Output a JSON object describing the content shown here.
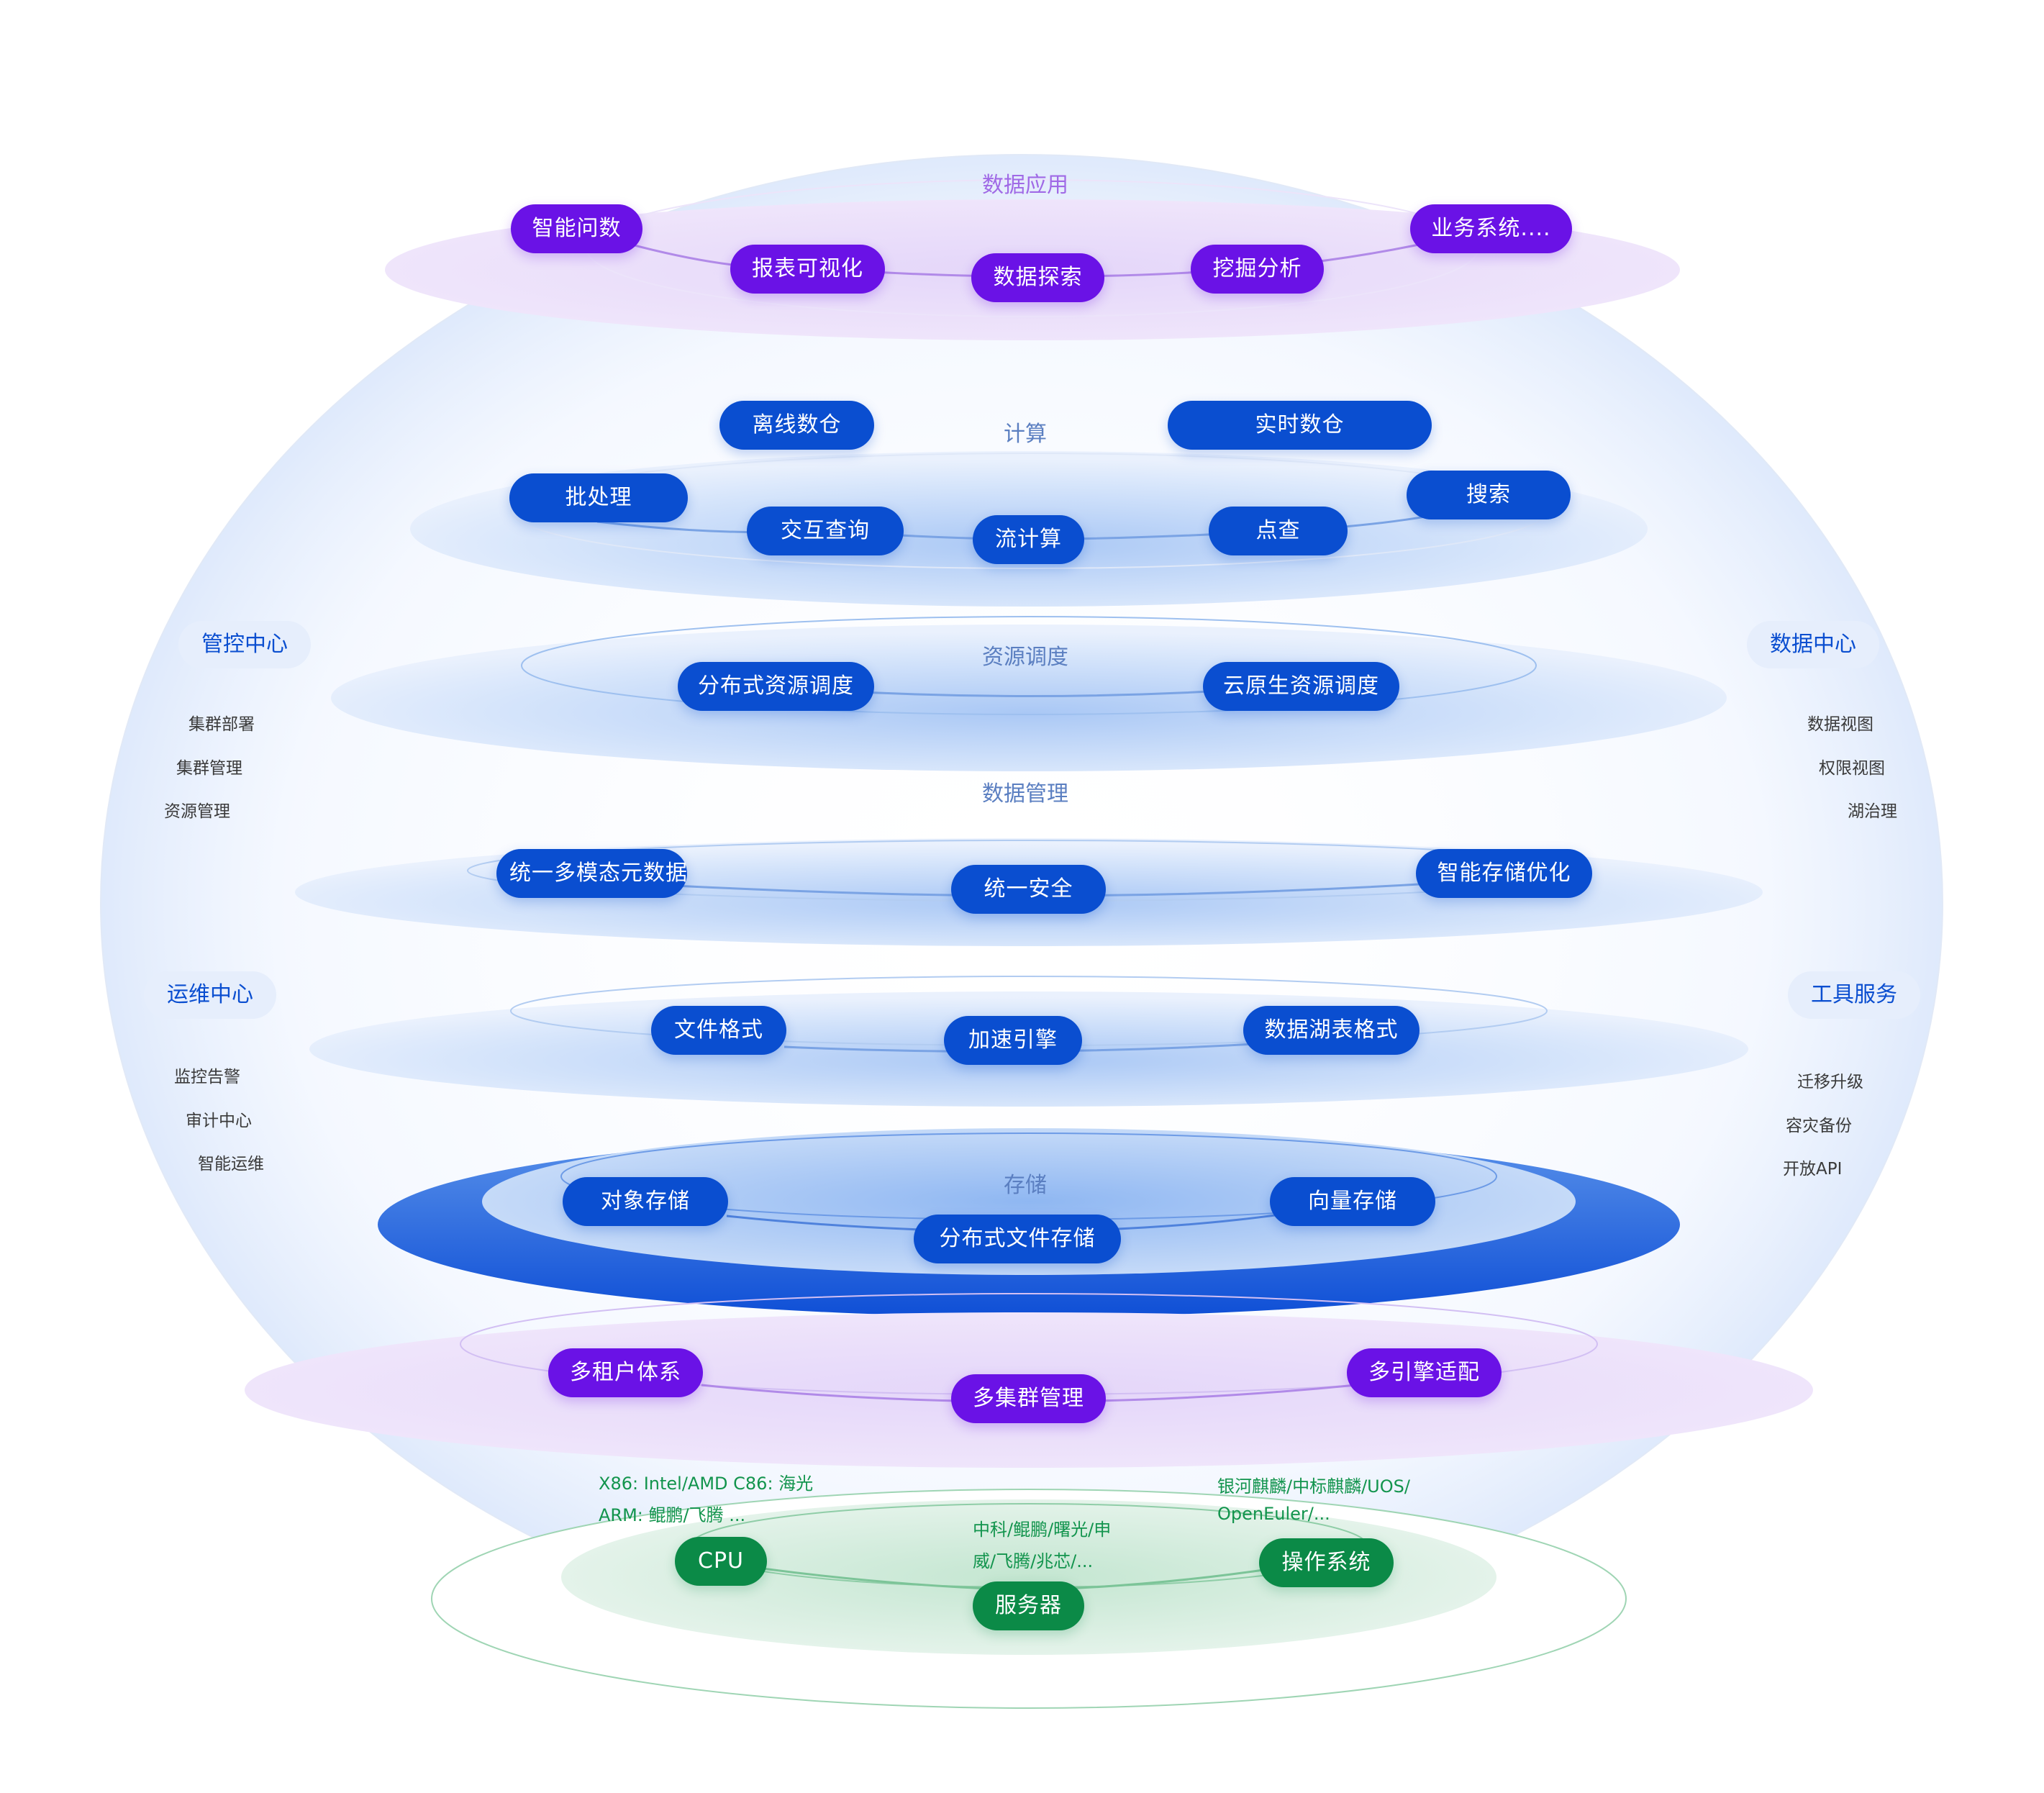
{
  "layers": {
    "application": {
      "title": "数据应用",
      "items": [
        "智能问数",
        "报表可视化",
        "数据探索",
        "挖掘分析",
        "业务系统...."
      ]
    },
    "compute": {
      "title": "计算",
      "items": [
        "离线数仓",
        "实时数仓",
        "批处理",
        "交互查询",
        "流计算",
        "点查",
        "搜索"
      ]
    },
    "scheduling": {
      "title": "资源调度",
      "items": [
        "分布式资源调度",
        "云原生资源调度"
      ]
    },
    "data_management": {
      "title": "数据管理",
      "items": [
        "统一多模态元数据",
        "统一安全",
        "智能存储优化",
        "文件格式",
        "加速引擎",
        "数据湖表格式"
      ]
    },
    "storage": {
      "title": "存储",
      "items": [
        "对象存储",
        "分布式文件存储",
        "向量存储"
      ]
    },
    "platform": {
      "items": [
        "多租户体系",
        "多集群管理",
        "多引擎适配"
      ]
    },
    "infrastructure": {
      "items": [
        "CPU",
        "服务器",
        "操作系统"
      ],
      "cpu_note_1": "X86: Intel/AMD    C86: 海光",
      "cpu_note_2": "ARM: 鲲鹏/飞腾 ...",
      "server_note_1": "中科/鲲鹏/曙光/申",
      "server_note_2": "威/飞腾/兆芯/...",
      "os_note_1": "银河麒麟/中标麒麟/UOS/",
      "os_note_2": "OpenEuler/..."
    }
  },
  "left_panels": [
    {
      "title": "管控中心",
      "items": [
        "集群部署",
        "集群管理",
        "资源管理"
      ]
    },
    {
      "title": "运维中心",
      "items": [
        "监控告警",
        "审计中心",
        "智能运维"
      ]
    }
  ],
  "right_panels": [
    {
      "title": "数据中心",
      "items": [
        "数据视图",
        "权限视图",
        "湖治理"
      ]
    },
    {
      "title": "工具服务",
      "items": [
        "迁移升级",
        "容灾备份",
        "开放API"
      ]
    }
  ],
  "colors": {
    "purple": "#6a12e6",
    "blue": "#0a4ed0",
    "green": "#0b8a47",
    "title_blue": "#5b7fc1",
    "title_purple": "#a06ae6"
  }
}
